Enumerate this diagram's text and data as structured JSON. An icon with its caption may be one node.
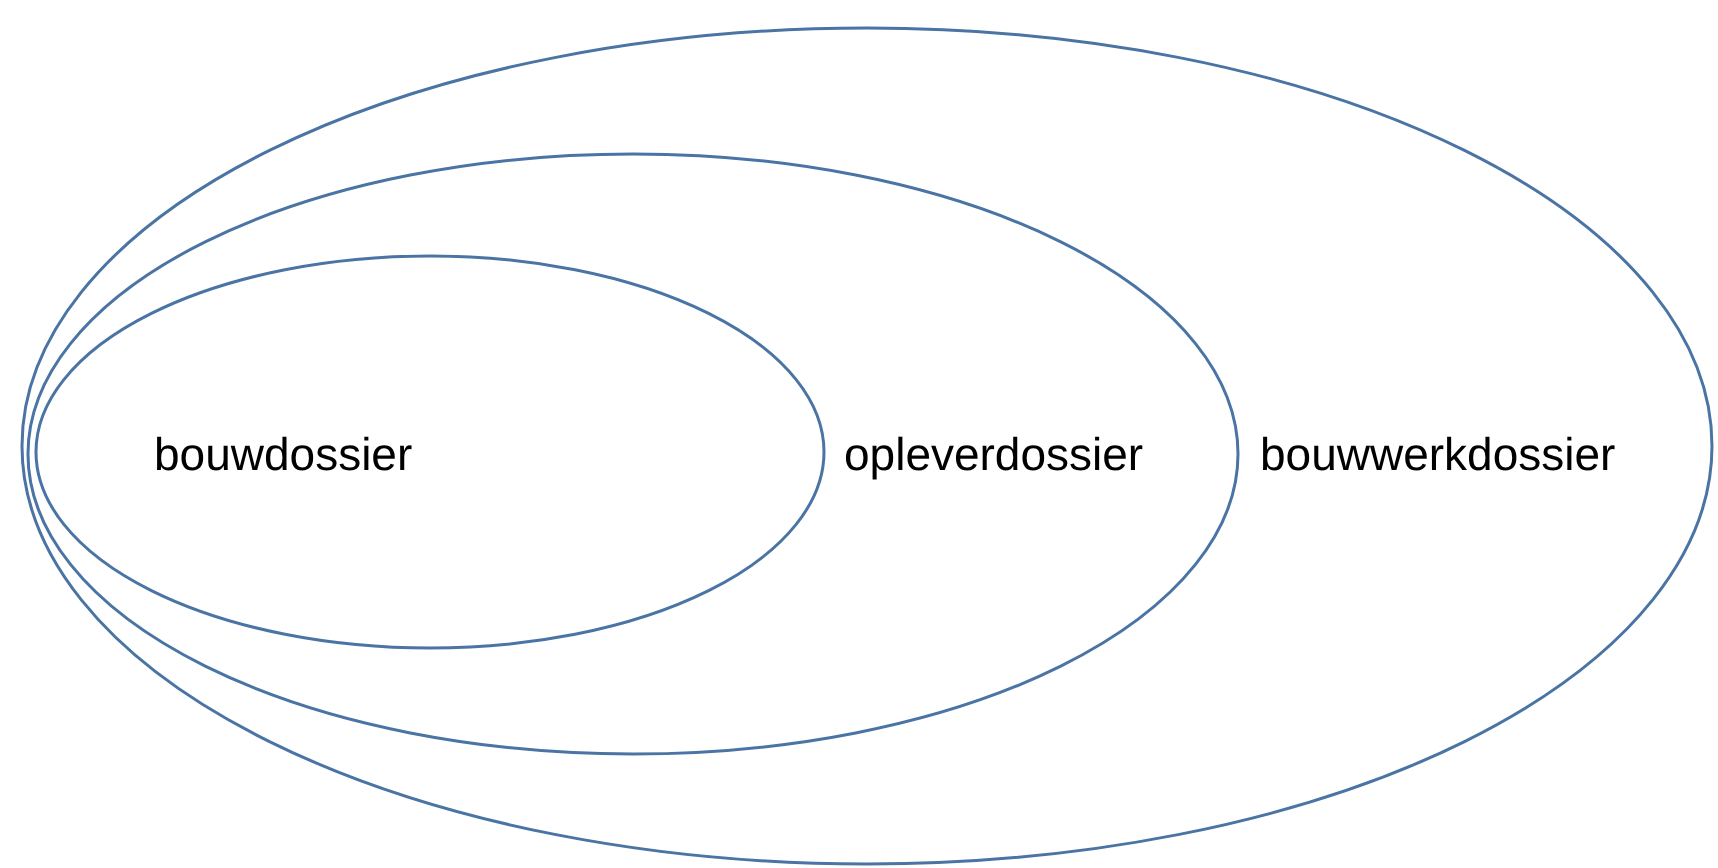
{
  "diagram": {
    "nodes": [
      {
        "text": [
          "bouwwerkdossier"
        ]
      },
      {
        "text": [
          "opleverdossier"
        ],
        "in": 0
      },
      {
        "text": [
          "bouwdossier"
        ],
        "in": 1
      }
    ]
  }
}
